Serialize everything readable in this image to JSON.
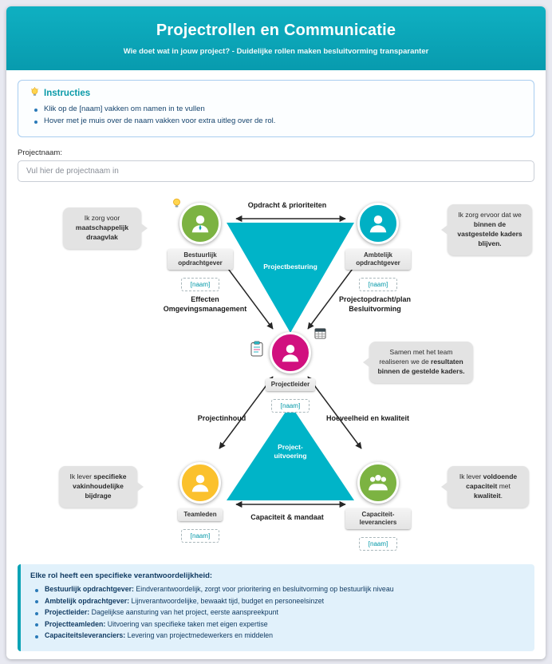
{
  "header": {
    "title": "Projectrollen en Communicatie",
    "subtitle": "Wie doet wat in jouw project? - Duidelijke rollen maken besluitvorming transparanter"
  },
  "instructions": {
    "title": "Instructies",
    "items": [
      "Klik op de [naam] vakken om namen in te vullen",
      "Hover met je muis over de naam vakken voor extra uitleg over de rol."
    ]
  },
  "project_name": {
    "label": "Projectnaam:",
    "placeholder": "Vul hier de projectnaam in"
  },
  "diagram": {
    "labels": {
      "top_arrow": "Opdracht & prioriteiten",
      "left_top": "Effecten\nOmgevingsmanagement",
      "right_top": "Projectopdracht/plan\nBesluitvorming",
      "triangle_top": "Projectbesturing",
      "left_bottom": "Projectinhoud",
      "right_bottom": "Hoeveelheid en kwaliteit",
      "triangle_bottom": "Project-\nuitvoering",
      "bottom_arrow": "Capaciteit & mandaat"
    },
    "roles": {
      "bestuurlijk": {
        "label": "Bestuurlijk opdrachtgever",
        "naam": "[naam]"
      },
      "ambtelijk": {
        "label": "Ambtelijk opdrachtgever",
        "naam": "[naam]"
      },
      "projectleider": {
        "label": "Projectleider",
        "naam": "[naam]"
      },
      "teamleden": {
        "label": "Teamleden",
        "naam": "[naam]"
      },
      "capaciteit": {
        "label": "Capaciteit-leveranciers",
        "naam": "[naam]"
      }
    },
    "bubbles": {
      "bestuurlijk": {
        "pre": "Ik zorg voor ",
        "bold": "maatschappelijk draagvlak"
      },
      "ambtelijk": {
        "pre": "Ik zorg ervoor dat we ",
        "bold": "binnen de vastgestelde kaders blijven."
      },
      "projectleider": {
        "pre": "Samen met het team realiseren we de ",
        "bold": "resultaten binnen de gestelde kaders."
      },
      "teamleden": {
        "pre": "Ik lever ",
        "bold": "specifieke vakinhoudelijke bijdrage"
      },
      "capaciteit": {
        "pre": "Ik lever ",
        "bold": "voldoende capaciteit",
        "mid": " met ",
        "bold2": "kwaliteit",
        "post": "."
      }
    }
  },
  "footer": {
    "title": "Elke rol heeft een specifieke verantwoordelijkheid:",
    "items": [
      {
        "role": "Bestuurlijk opdrachtgever:",
        "text": " Eindverantwoordelijk, zorgt voor prioritering en besluitvorming op bestuurlijk niveau"
      },
      {
        "role": "Ambtelijk opdrachtgever:",
        "text": " Lijnverantwoordelijke, bewaakt tijd, budget en personeelsinzet"
      },
      {
        "role": "Projectleider:",
        "text": " Dagelijkse aansturing van het project, eerste aanspreekpunt"
      },
      {
        "role": "Projectteamleden:",
        "text": " Uitvoering van specifieke taken met eigen expertise"
      },
      {
        "role": "Capaciteitsleveranciers:",
        "text": " Levering van projectmedewerkers en middelen"
      }
    ]
  },
  "icons": {
    "instructions_title": "lightbulb-icon",
    "bestuurlijk_badge": "lightbulb-icon",
    "projectleider_left": "clipboard-icon",
    "projectleider_right": "calendar-icon",
    "avatars": "person-icon / people-icon"
  },
  "colors": {
    "header_teal": "#089bae",
    "triangle_teal": "#00b4c8",
    "bestuurlijk_green": "#7cb342",
    "ambtelijk_teal": "#00b0c4",
    "projectleider_magenta": "#d1107f",
    "teamleden_yellow": "#fbc12d",
    "capaciteit_green": "#7cb342",
    "naam_text": "#0097a7",
    "bubble_gray": "#e3e3e3",
    "footer_bg": "#e1f1fb"
  }
}
